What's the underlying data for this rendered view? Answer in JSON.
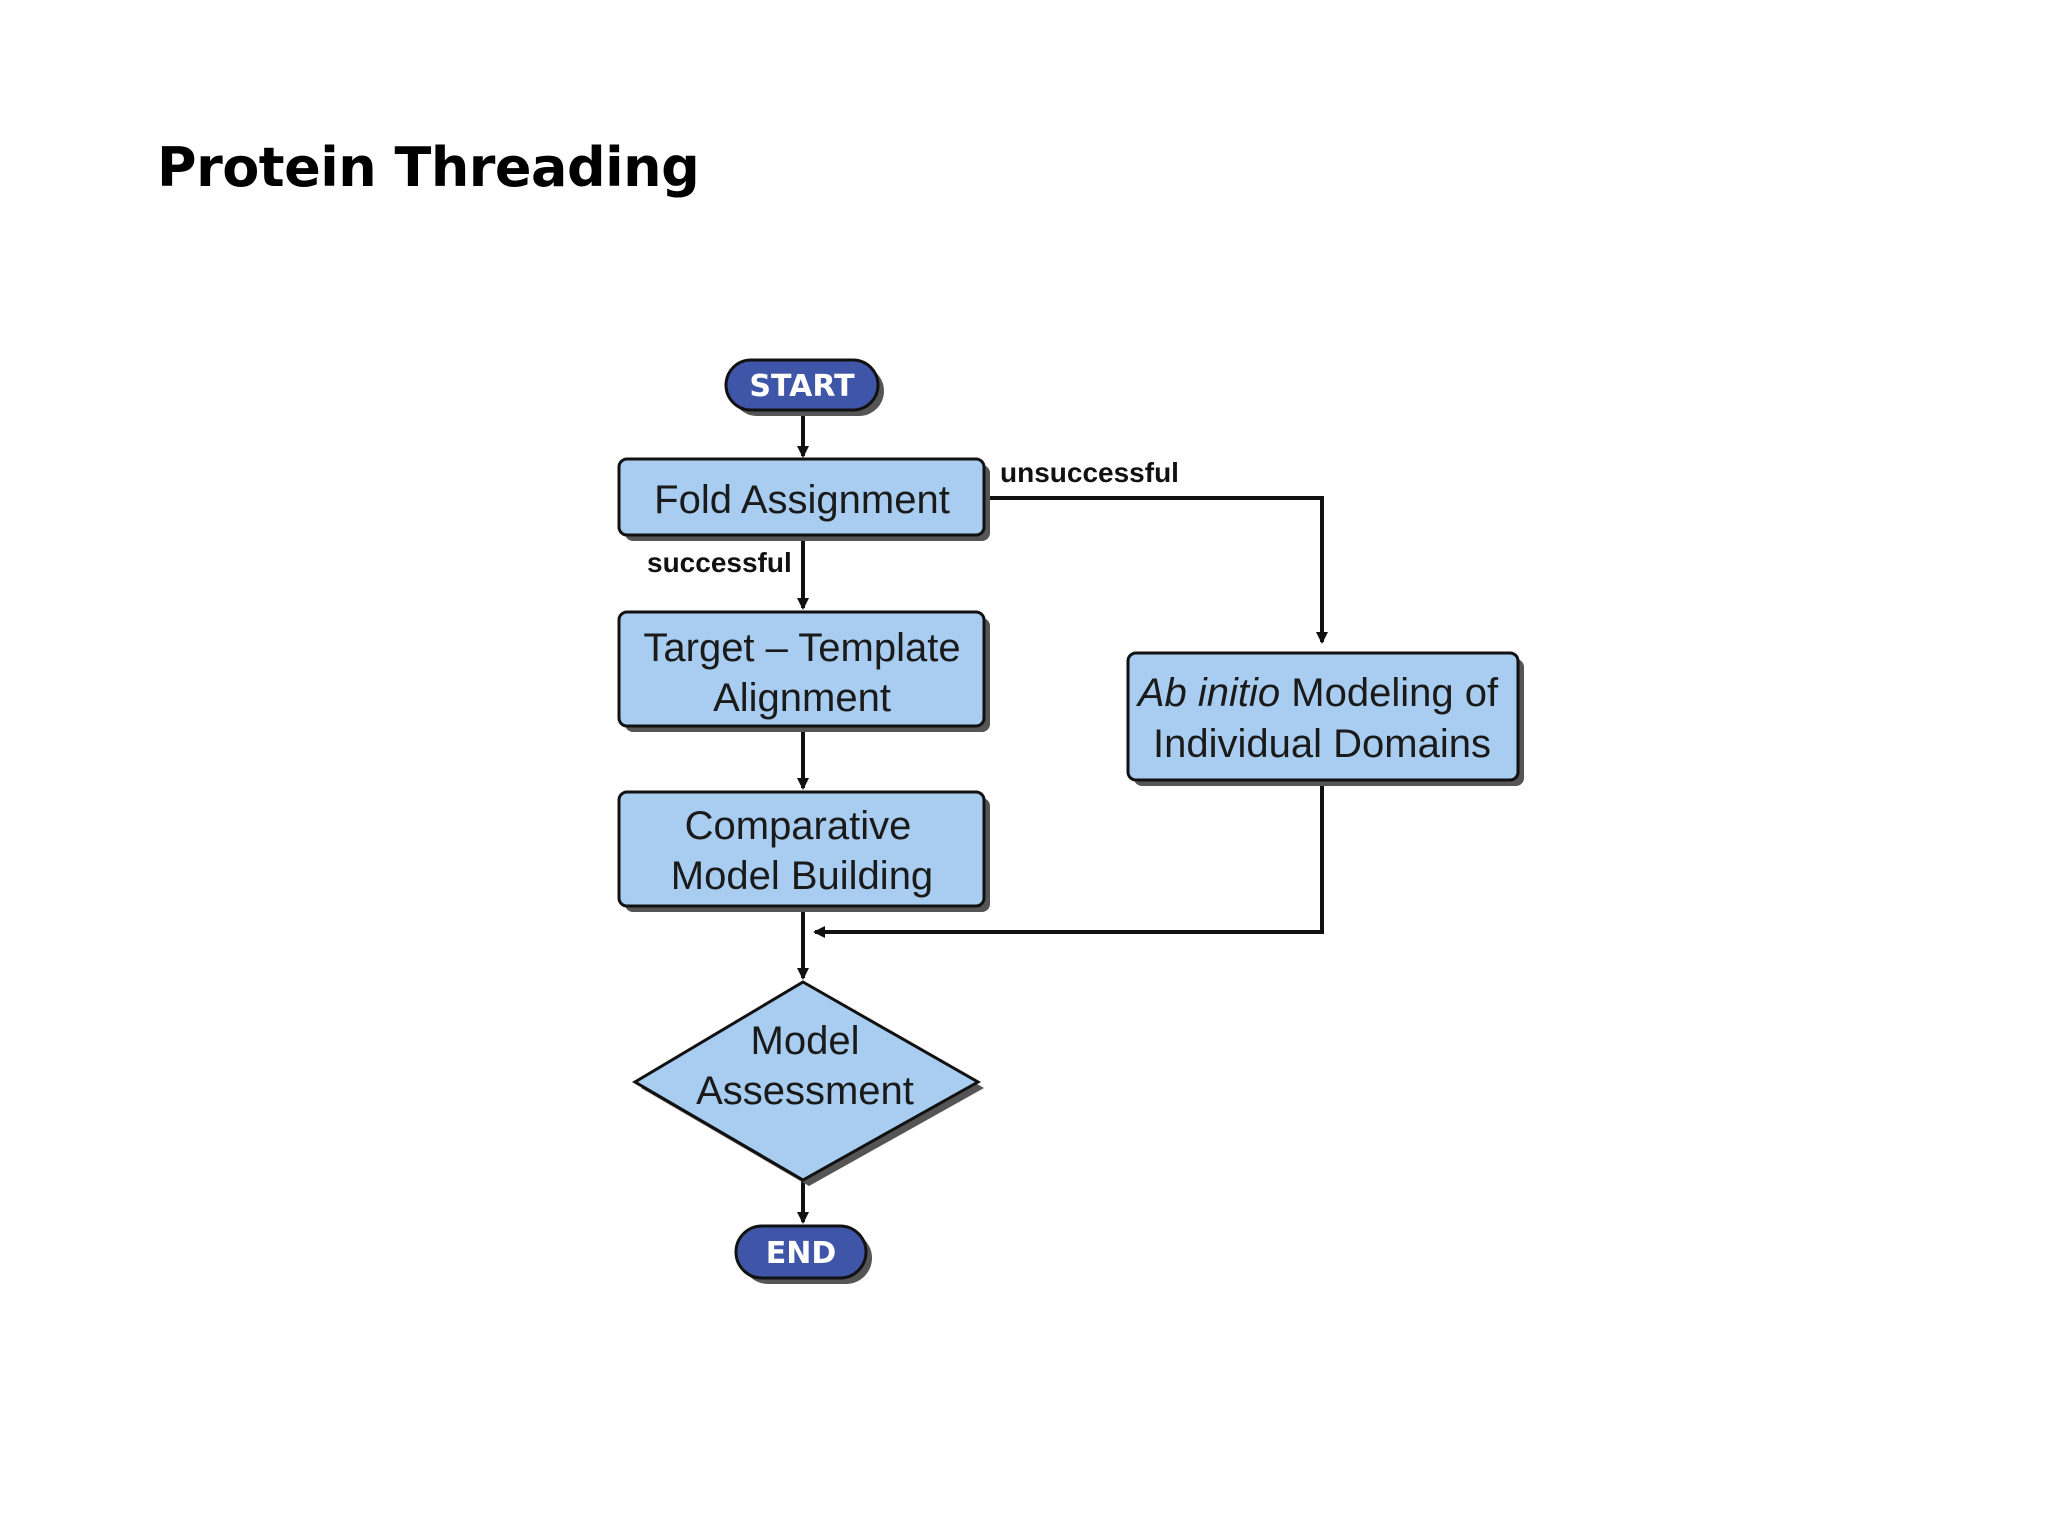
{
  "title": "Protein Threading",
  "colors": {
    "process_fill": "#a8cdf0",
    "terminal_fill": "#3f56a8",
    "stroke": "#111111",
    "shadow": "#555555"
  },
  "flowchart": {
    "start": "START",
    "end": "END",
    "fold_assignment": "Fold Assignment",
    "alignment": {
      "line1": "Target – Template",
      "line2": "Alignment"
    },
    "model_building": {
      "line1": "Comparative",
      "line2": "Model Building"
    },
    "assessment": {
      "line1": "Model",
      "line2": "Assessment"
    },
    "ab_initio": {
      "italic": "Ab initio",
      "rest": " Modeling of",
      "line2": "Individual Domains"
    },
    "edge_successful": "successful",
    "edge_unsuccessful": "unsuccessful"
  }
}
